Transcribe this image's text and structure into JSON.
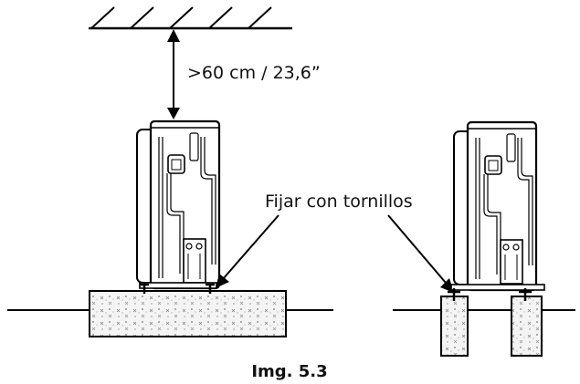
{
  "labels": {
    "clearance": ">60 cm / 23,6”",
    "fix_label": "Fijar con tornillos",
    "caption": "Img. 5.3"
  }
}
